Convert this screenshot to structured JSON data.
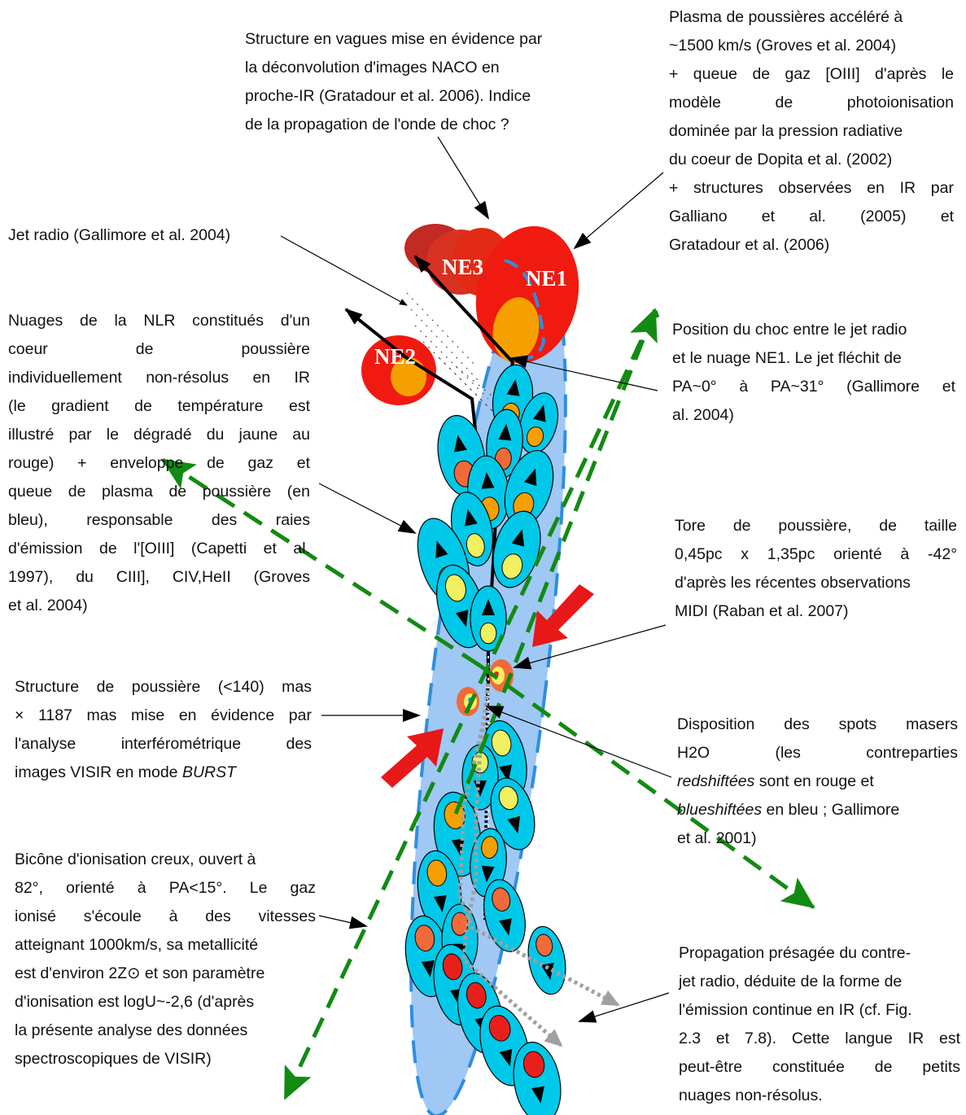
{
  "labels": {
    "ne1": "NE1",
    "ne2": "NE2",
    "ne3": "NE3"
  },
  "annotations": {
    "waves": [
      "Structure en vagues mise en évidence par",
      "la déconvolution d'images NACO en",
      "proche-IR (Gratadour et al. 2006). Indice",
      "de la propagation de l'onde de choc ?"
    ],
    "plasma": [
      "Plasma de poussières accéléré à",
      "~1500 km/s (Groves et al. 2004)",
      "+ queue de gaz [OIII] d'après le",
      "modèle de photoionisation",
      "dominée par la pression radiative",
      "du coeur de Dopita et al. (2002)",
      "+ structures observées en IR par",
      "Galliano et al. (2005) et",
      "Gratadour et al. (2006)"
    ],
    "jet": "Jet radio (Gallimore et al. 2004)",
    "nlr": [
      "Nuages de la NLR constitués d'un",
      "coeur de poussière",
      "individuellement non-résolus en IR",
      "(le gradient de température est",
      "illustré par le dégradé du jaune au",
      "rouge) + enveloppe de gaz et",
      "queue de plasma de poussière (en",
      "bleu), responsable des raies",
      "d'émission de l'[OIII] (Capetti et al.",
      "1997), du CIII], CIV,HeII (Groves",
      "et al. 2004)"
    ],
    "shock": [
      "Position du choc entre le jet radio",
      "et le nuage NE1. Le jet fléchit de",
      "PA~0° à PA~31° (Gallimore et",
      "al. 2004)"
    ],
    "torus": [
      "Tore de poussière, de taille",
      "0,45pc x 1,35pc orienté à -42°",
      "d'après les récentes observations",
      "MIDI (Raban et al. 2007)"
    ],
    "dust": [
      "Structure de poussière (<140) mas",
      "× 1187 mas mise en évidence par",
      "l'analyse interférométrique des",
      "images VISIR en mode"
    ],
    "dust_burst": "BURST",
    "masers": [
      "Disposition des spots masers",
      "H2O (les contreparties"
    ],
    "masers_red": "redshiftées",
    "masers_red_after": " sont en rouge et",
    "masers_blue": "blueshiftées",
    "masers_blue_after": " en bleu ; Gallimore",
    "masers_end": "et al. 2001)",
    "bicone": [
      "Bicône d'ionisation creux, ouvert à",
      "82°, orienté à PA<15°. Le gaz",
      "ionisé s'écoule à des vitesses",
      "atteignant 1000km/s, sa metallicité",
      "est d'environ 2Z⊙ et son paramètre",
      "d'ionisation est logU~-2,6 (d'après",
      "la présente analyse des données",
      "spectroscopiques de VISIR)"
    ],
    "counterjet": [
      "Propagation présagée du contre-",
      "jet radio, déduite de la forme de",
      "l'émission continue en IR (cf. Fig.",
      "2.3 et 7.8). Cette langue IR est",
      "peut-être constituée de petits",
      "nuages non-résolus."
    ]
  },
  "colors": {
    "envelope": "#9fc8f5",
    "envelope_dash": "#2f8ee0",
    "cloud": "#00c8e8",
    "core_yellow": "#f0f060",
    "core_orange": "#f5a000",
    "core_red": "#e8201c",
    "ne_red": "#f01a10",
    "cone_green": "#138a13",
    "torus_arrow": "#e81818"
  }
}
